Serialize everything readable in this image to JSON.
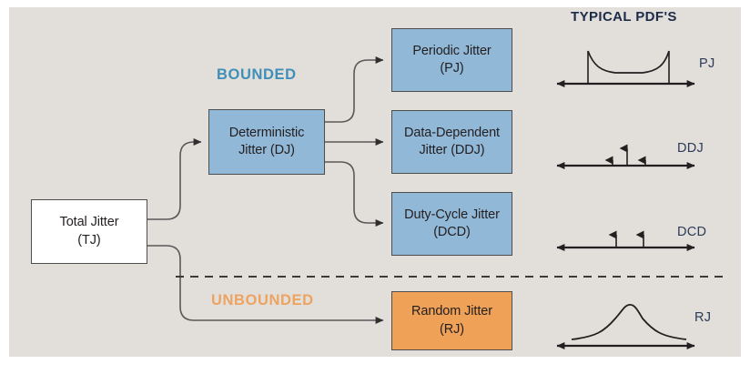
{
  "panel": {
    "background_color": "#e2ded9",
    "page_background": "#ffffff"
  },
  "colors": {
    "bounded_label": "#3f8fb8",
    "unbounded_label": "#eda361",
    "deterministic_box": "#92b8d8",
    "random_box": "#efa157",
    "total_box": "#ffffff",
    "box_border": "#4d4d4d",
    "connector": "#595959",
    "pdf_curve": "#231f20",
    "pdf_title": "#1c2b4a"
  },
  "nodes": {
    "total_jitter": {
      "label": "Total Jitter\n(TJ)",
      "style": "white"
    },
    "deterministic_jitter": {
      "label": "Deterministic\nJitter (DJ)",
      "style": "blue"
    },
    "periodic_jitter": {
      "label": "Periodic Jitter\n(PJ)",
      "style": "blue"
    },
    "data_dependent_jitter": {
      "label": "Data-Dependent\nJitter (DDJ)",
      "style": "blue"
    },
    "duty_cycle_jitter": {
      "label": "Duty-Cycle Jitter\n(DCD)",
      "style": "blue"
    },
    "random_jitter": {
      "label": "Random Jitter\n(RJ)",
      "style": "orange"
    }
  },
  "group_labels": {
    "bounded": "BOUNDED",
    "unbounded": "UNBOUNDED"
  },
  "pdf_column": {
    "title": "TYPICAL PDF'S",
    "plots": [
      {
        "tag": "PJ",
        "shape": "bimodal-bathtub",
        "description": "Two bounded spikes with shallow bathtub profile between them"
      },
      {
        "tag": "DDJ",
        "shape": "three-impulses",
        "description": "Three discrete impulses: short, tall center, short"
      },
      {
        "tag": "DCD",
        "shape": "two-impulses",
        "description": "Two discrete impulses of equal height"
      },
      {
        "tag": "RJ",
        "shape": "gaussian",
        "description": "Unbounded Gaussian bell curve"
      }
    ]
  },
  "divider": {
    "style": "dashed",
    "separates": [
      "BOUNDED",
      "UNBOUNDED"
    ]
  },
  "edges": [
    {
      "from": "total_jitter",
      "to": "deterministic_jitter"
    },
    {
      "from": "total_jitter",
      "to": "random_jitter"
    },
    {
      "from": "deterministic_jitter",
      "to": "periodic_jitter"
    },
    {
      "from": "deterministic_jitter",
      "to": "data_dependent_jitter"
    },
    {
      "from": "deterministic_jitter",
      "to": "duty_cycle_jitter"
    }
  ]
}
